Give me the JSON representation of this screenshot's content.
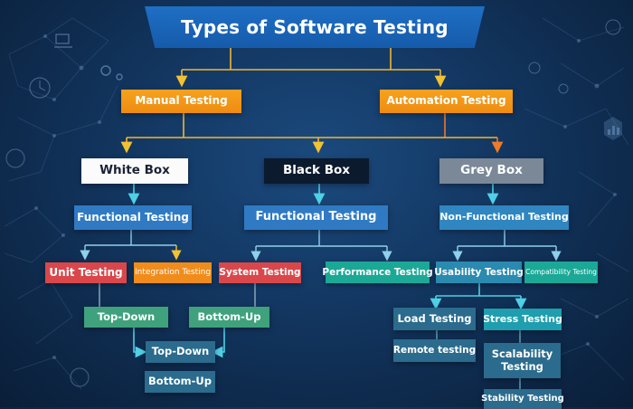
{
  "title": "Types of Software Testing",
  "level1": [
    {
      "id": "manual",
      "label": "Manual Testing"
    },
    {
      "id": "automation",
      "label": "Automation Testing"
    }
  ],
  "level2": [
    {
      "id": "white-box",
      "label": "White Box"
    },
    {
      "id": "black-box",
      "label": "Black Box"
    },
    {
      "id": "grey-box",
      "label": "Grey Box"
    }
  ],
  "level3": [
    {
      "id": "functional-testing-white",
      "label": "Functional Testing"
    },
    {
      "id": "functional-testing-black",
      "label": "Functional Testing"
    },
    {
      "id": "non-functional-testing",
      "label": "Non-Functional Testing"
    }
  ],
  "level4": [
    {
      "id": "unit-testing",
      "label": "Unit Testing"
    },
    {
      "id": "integration-testing",
      "label": "Integration Testing"
    },
    {
      "id": "system-testing",
      "label": "System Testing"
    },
    {
      "id": "performance-testing",
      "label": "Performance Testing"
    },
    {
      "id": "usability-testing",
      "label": "Usability Testing"
    },
    {
      "id": "compatibility-testing",
      "label": "Compatibility Testing"
    }
  ],
  "level5": [
    {
      "id": "top-down-1",
      "label": "Top-Down"
    },
    {
      "id": "bottom-up-1",
      "label": "Bottom-Up"
    },
    {
      "id": "load-testing",
      "label": "Load Testing"
    },
    {
      "id": "stress-testing",
      "label": "Stress Testing"
    }
  ],
  "level6": [
    {
      "id": "top-down-2",
      "label": "Top-Down"
    },
    {
      "id": "bottom-up-2",
      "label": "Bottom-Up"
    },
    {
      "id": "remote-testing",
      "label": "Remote testing"
    },
    {
      "id": "scalability-testing",
      "label": "Scalability Testing"
    },
    {
      "id": "stability-testing",
      "label": "Stability Testing"
    }
  ],
  "colors": {
    "title_blue": "#1e6fc4",
    "orange": "#f6a21e",
    "connector_yellow": "#f2b632",
    "connector_orange": "#ee7a2a",
    "connector_cyan": "#4fc3e0",
    "connector_light": "#8fc9e6"
  },
  "background_icons": [
    "monitor-icon",
    "gear-icon",
    "clock-icon",
    "chart-icon",
    "gauge-icon",
    "network-node-icon"
  ]
}
